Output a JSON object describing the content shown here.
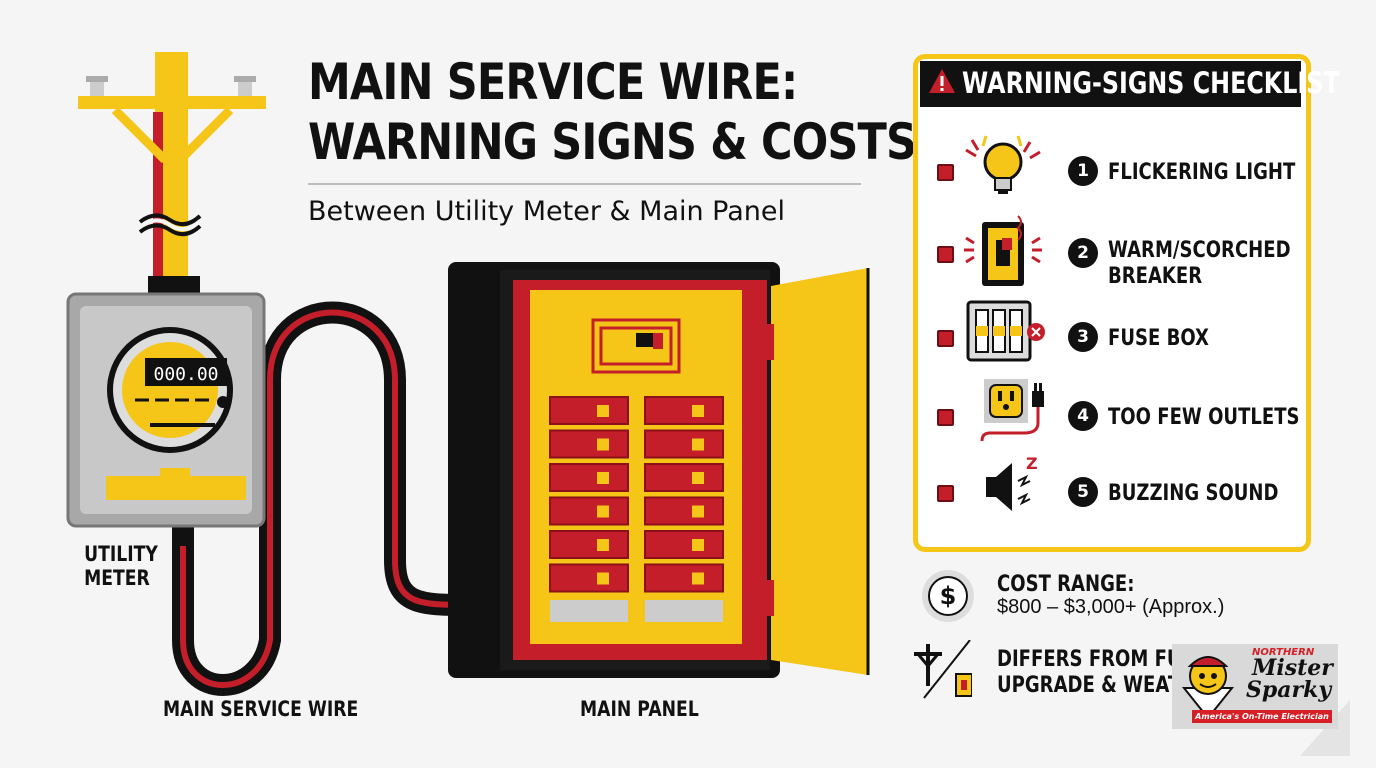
{
  "title": {
    "line1": "MAIN SERVICE WIRE:",
    "line2": "WARNING SIGNS & COSTS",
    "subtitle": "Between Utility Meter & Main Panel"
  },
  "meter": {
    "reading": "000.00"
  },
  "labels": {
    "utility_meter_line1": "UTILITY",
    "utility_meter_line2": "METER",
    "main_service_wire": "MAIN SERVICE WIRE",
    "main_panel": "MAIN PANEL"
  },
  "checklist": {
    "title": "WARNING-SIGNS CHECKLIST",
    "items": [
      {
        "num": "1",
        "line1": "FLICKERING LIGHT",
        "line2": "",
        "icon": "lightbulb-icon"
      },
      {
        "num": "2",
        "line1": "WARM/SCORCHED",
        "line2": "BREAKER",
        "icon": "scorched-breaker-icon"
      },
      {
        "num": "3",
        "line1": "FUSE BOX",
        "line2": "",
        "icon": "fuse-box-icon"
      },
      {
        "num": "4",
        "line1": "TOO FEW OUTLETS",
        "line2": "",
        "icon": "outlet-plug-icon"
      },
      {
        "num": "5",
        "line1": "BUZZING SOUND",
        "line2": "",
        "icon": "speaker-buzz-icon"
      }
    ]
  },
  "cost": {
    "icon_symbol": "$",
    "title": "COST RANGE:",
    "value": "$800 – $3,000+ (Approx.)"
  },
  "differs": {
    "line1": "DIFFERS FROM FULL P",
    "line2": "UPGRADE & WEATHE"
  },
  "logo": {
    "top": "NORTHERN",
    "name1": "Mister",
    "name2": "Sparky",
    "tagline": "America's On-Time Electrician"
  },
  "colors": {
    "yellow": "#f5c518",
    "red": "#c41e2a",
    "black": "#111111",
    "meter_gray": "#a8a8a8",
    "background": "#f5f5f5"
  }
}
